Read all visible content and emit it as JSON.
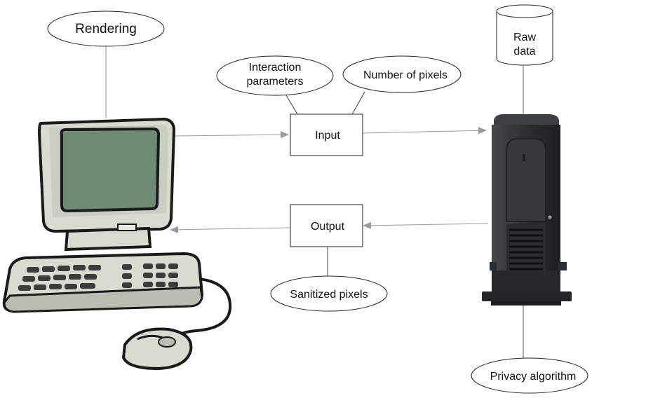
{
  "labels": {
    "rendering": "Rendering",
    "interaction_params_line1": "Interaction",
    "interaction_params_line2": "parameters",
    "number_of_pixels": "Number of pixels",
    "input": "Input",
    "output": "Output",
    "sanitized_pixels": "Sanitized pixels",
    "raw_data_line1": "Raw",
    "raw_data_line2": "data",
    "privacy_algorithm": "Privacy algorithm"
  },
  "icons": {
    "computer": "desktop-computer-icon",
    "server": "server-tower-icon",
    "database": "database-cylinder-icon"
  },
  "colors": {
    "screen": "#6e8a72",
    "monitor_body": "#d8dcd0",
    "outline": "#1a1a1a",
    "server": "#2e3134",
    "arrow": "#9a9a9a"
  }
}
